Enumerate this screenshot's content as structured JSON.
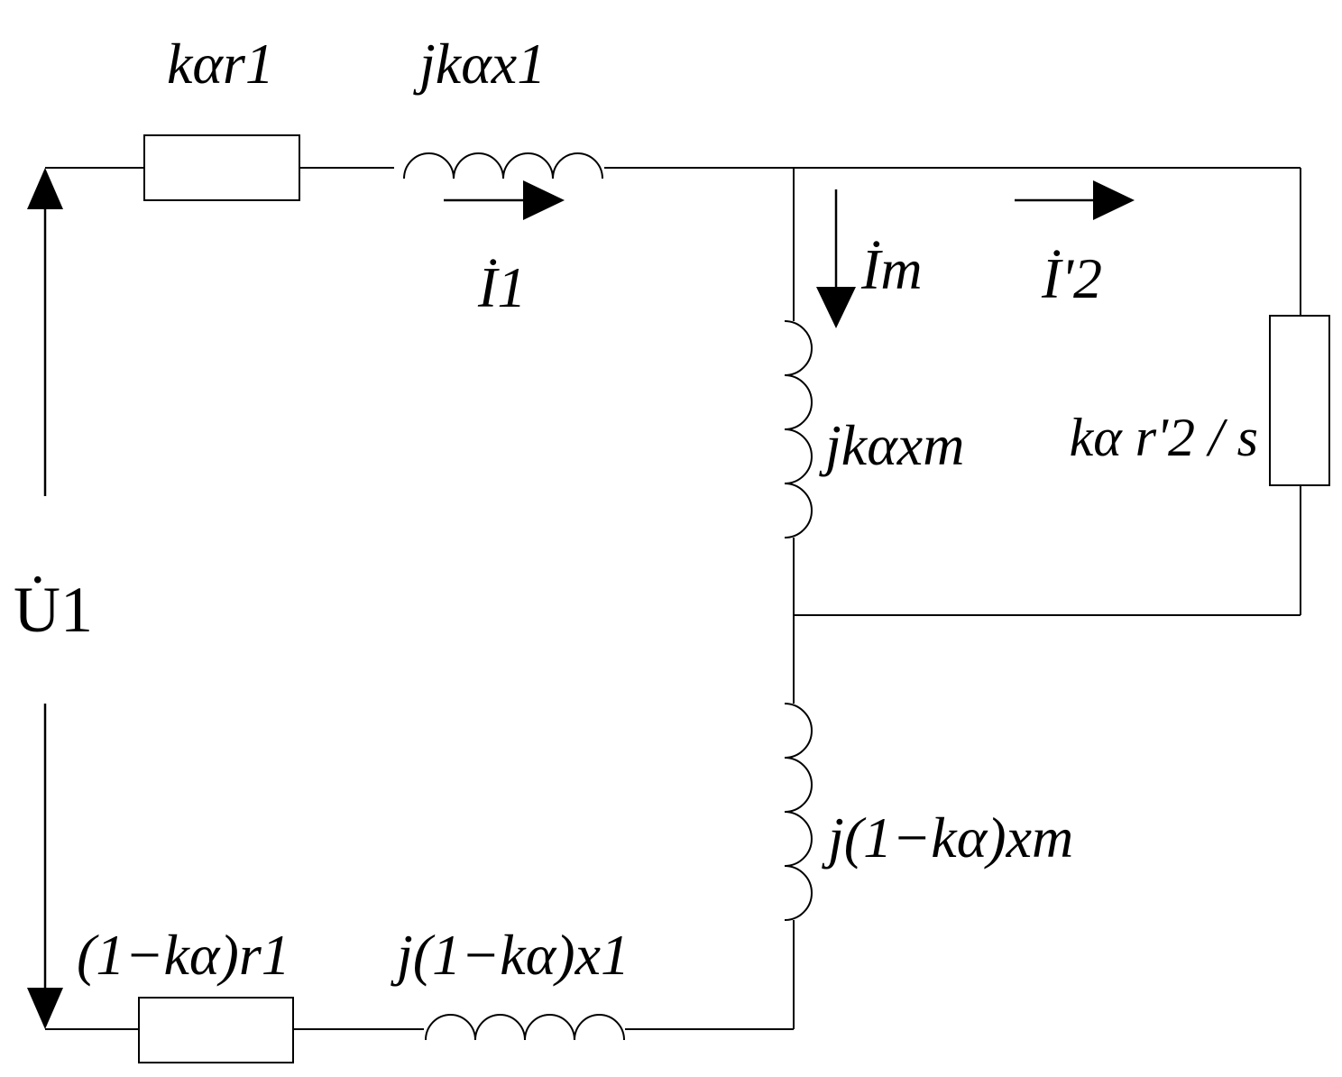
{
  "diagram": {
    "labels": {
      "r1_top": "kαr1",
      "x1_top": "jkαx1",
      "i1": "İ1",
      "im": "İm",
      "i2": "İ'2",
      "xm_top": "jkαxm",
      "r2_load": "kα r'2 / s",
      "u1": "U̇1",
      "xm_bottom": "j(1−kα)xm",
      "r1_bottom": "(1−kα)r1",
      "x1_bottom": "j(1−kα)x1"
    }
  }
}
